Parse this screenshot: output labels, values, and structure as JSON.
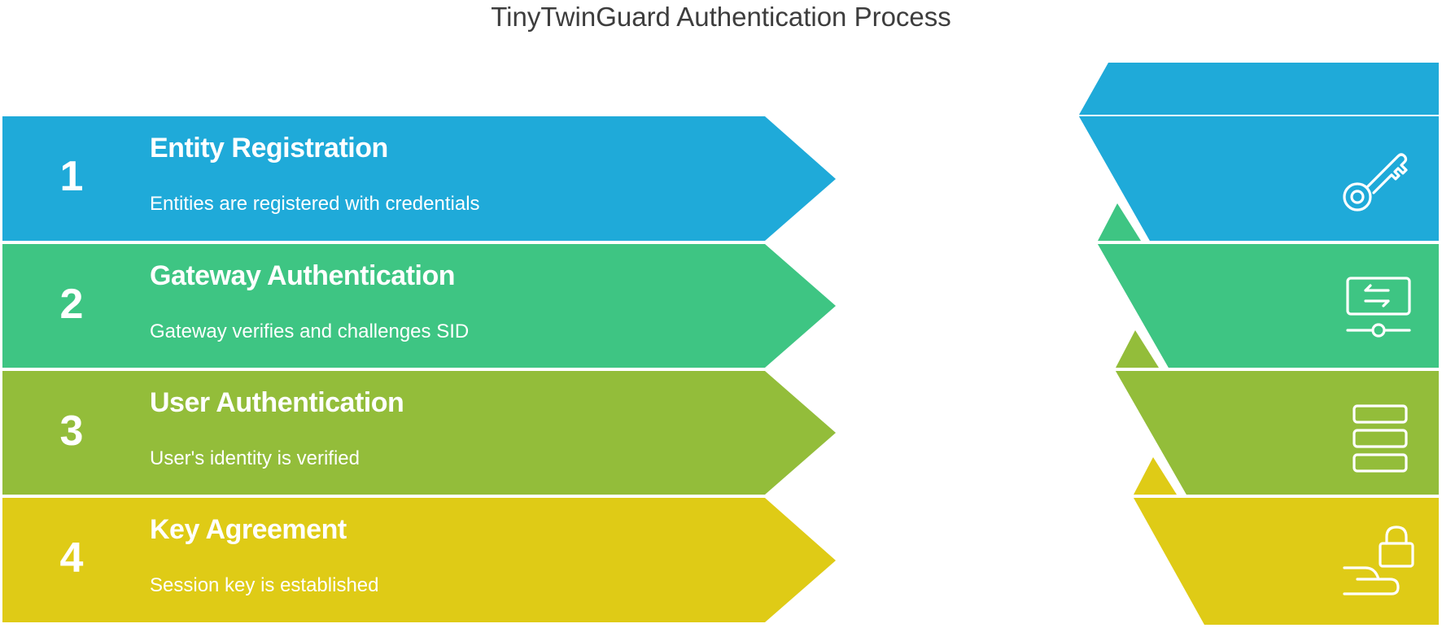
{
  "title": "TinyTwinGuard Authentication Process",
  "colors": {
    "blue": "#1FAAD9",
    "green": "#3EC583",
    "lime": "#93BD3A",
    "yellow": "#DFCB16",
    "title_text": "#3d3d3d"
  },
  "steps": [
    {
      "number": "1",
      "title": "Entity Registration",
      "description": "Entities are registered with credentials",
      "icon": "key-icon",
      "color": "#1FAAD9"
    },
    {
      "number": "2",
      "title": "Gateway Authentication",
      "description": "Gateway verifies and challenges SID",
      "icon": "gateway-exchange-icon",
      "color": "#3EC583"
    },
    {
      "number": "3",
      "title": "User Authentication",
      "description": "User's identity is verified",
      "icon": "stacked-records-icon",
      "color": "#93BD3A"
    },
    {
      "number": "4",
      "title": "Key Agreement",
      "description": "Session key is established",
      "icon": "hand-lock-icon",
      "color": "#DFCB16"
    }
  ]
}
